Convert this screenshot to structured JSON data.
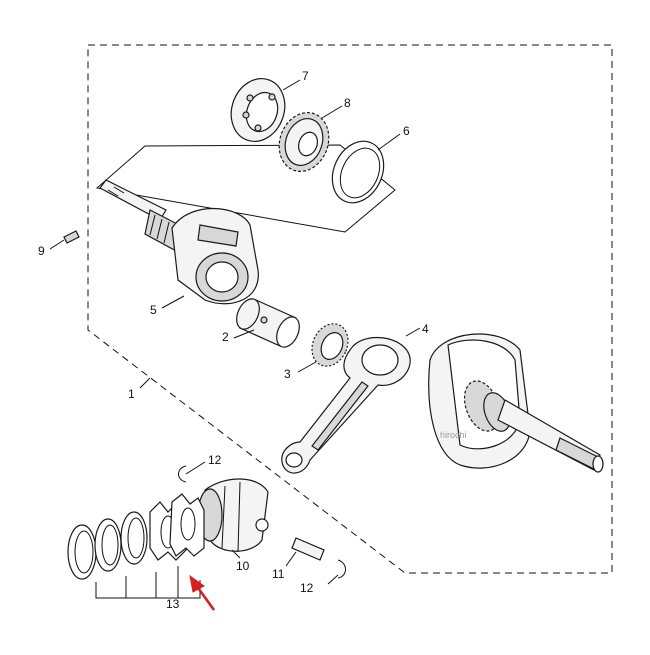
{
  "diagram": {
    "callouts": {
      "c1": "1",
      "c2": "2",
      "c3": "3",
      "c4": "4",
      "c5": "5",
      "c6": "6",
      "c7": "7",
      "c8": "8",
      "c9": "9",
      "c10": "10",
      "c11": "11",
      "c12a": "12",
      "c12b": "12",
      "c13": "13"
    },
    "watermark": "hirochi",
    "colors": {
      "outline": "#111111",
      "arrow": "#d42020",
      "background": "#ffffff"
    }
  }
}
